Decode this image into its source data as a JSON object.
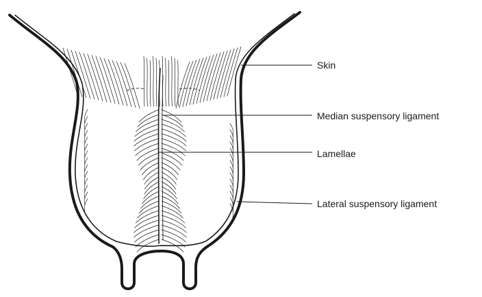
{
  "diagram": {
    "labels": {
      "skin": "Skin",
      "median_ligament": "Median suspensory ligament",
      "lamellae": "Lamellae",
      "lateral_ligament": "Lateral suspensory ligament"
    },
    "colors": {
      "ink": "#1a1a1a",
      "background": "#ffffff"
    }
  }
}
